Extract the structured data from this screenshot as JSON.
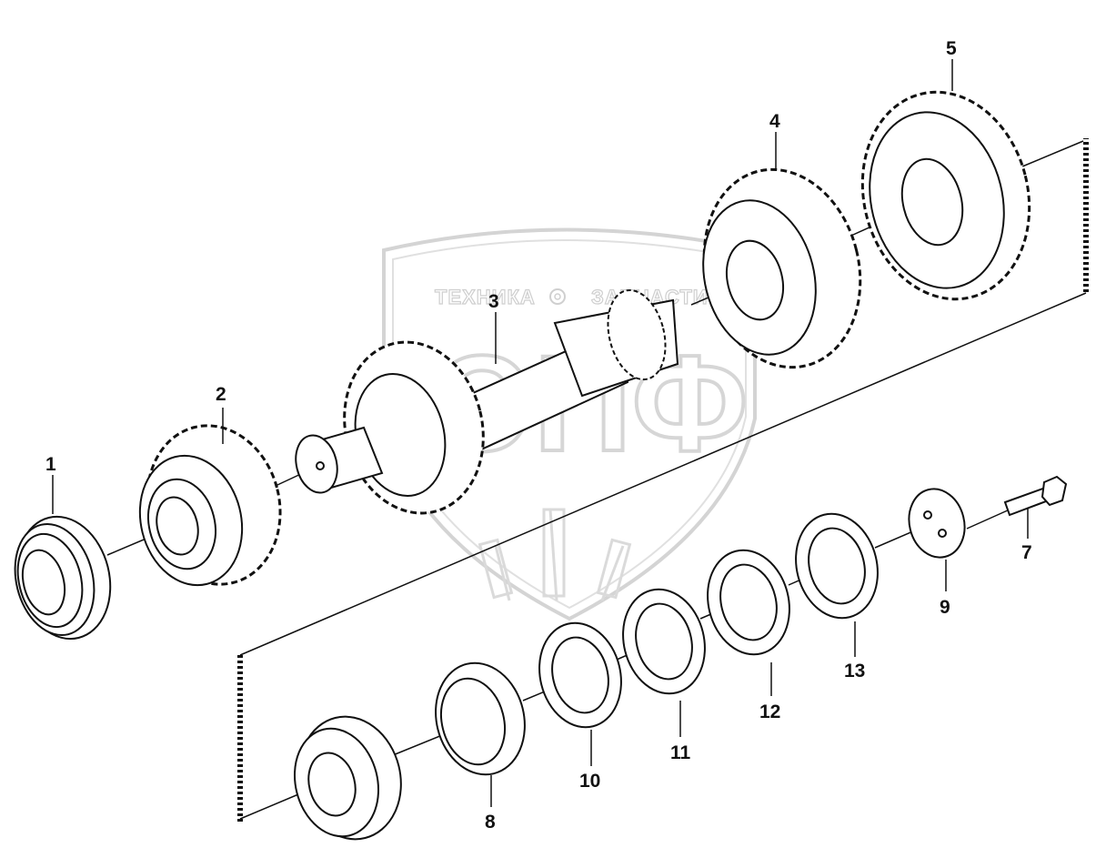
{
  "watermark": {
    "brand_left": "ТЕХНИКА",
    "brand_right": "ЗАПЧАСТИ",
    "monogram": "ЭПФ"
  },
  "callouts": [
    "1",
    "2",
    "3",
    "4",
    "5",
    "7",
    "8",
    "9",
    "10",
    "11",
    "12",
    "13"
  ],
  "colors": {
    "line": "#111111",
    "watermark": "#d0d0d0",
    "background": "#ffffff"
  }
}
